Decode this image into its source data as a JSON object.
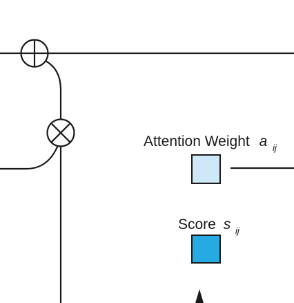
{
  "labels": {
    "attention_weight": "Attention Weight",
    "attention_symbol": "a",
    "attention_subscript": "ij",
    "score": "Score",
    "score_symbol": "s",
    "score_subscript": "ij"
  },
  "colors": {
    "line": "#1a1a1a",
    "attention_box_fill": "#cfe8f8",
    "score_box_fill": "#27a9e1"
  },
  "icons": {
    "add": "circle-plus-icon",
    "multiply": "circle-times-icon",
    "arrow": "arrowhead-up-icon"
  }
}
